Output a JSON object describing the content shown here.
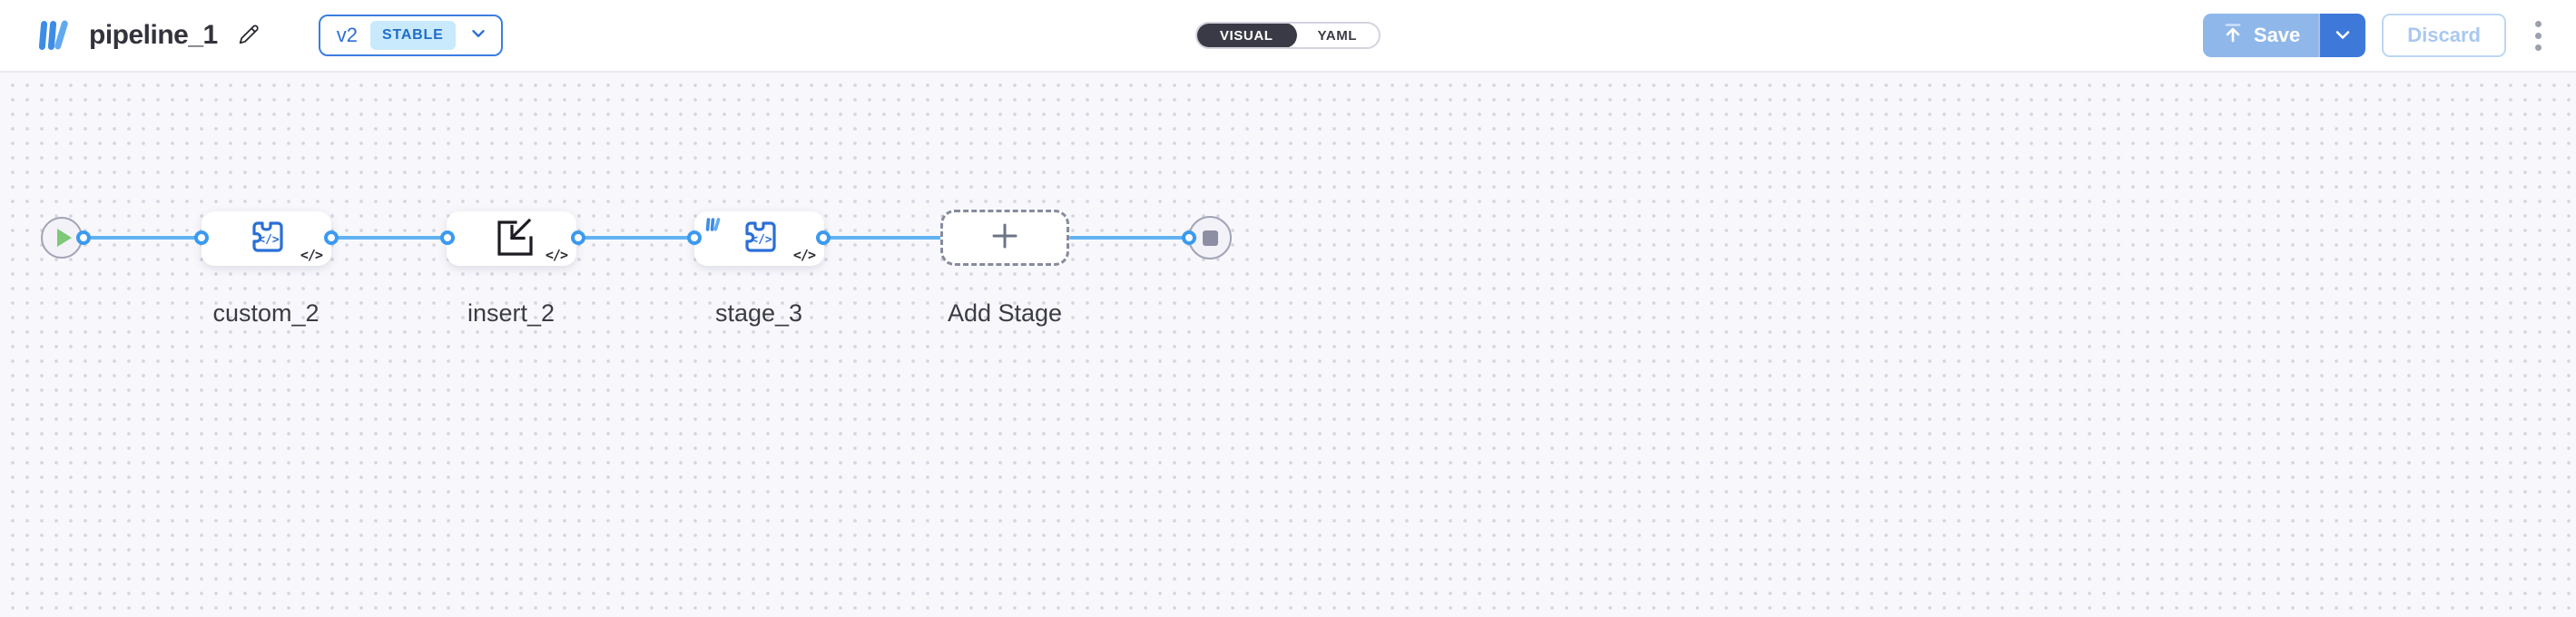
{
  "header": {
    "title": "pipeline_1",
    "version": {
      "label": "v2",
      "status": "STABLE"
    },
    "view_toggle": {
      "visual": "VISUAL",
      "yaml": "YAML",
      "selected": "VISUAL"
    },
    "actions": {
      "save": "Save",
      "discard": "Discard"
    }
  },
  "canvas": {
    "code_glyph": "</>",
    "nodes": {
      "custom": {
        "label": "custom_2",
        "icon": "puzzle-code-icon"
      },
      "insert": {
        "label": "insert_2",
        "icon": "box-arrow-in-icon"
      },
      "stage": {
        "label": "stage_3",
        "icon": "puzzle-code-icon",
        "corner_mark": "library-bars-icon"
      },
      "add": {
        "label": "Add Stage",
        "icon": "plus-icon"
      },
      "start": {
        "icon": "play-icon"
      },
      "end": {
        "icon": "stop-icon"
      }
    }
  },
  "icons": {
    "logo": "library-bars-icon",
    "edit": "pencil-icon",
    "version_caret": "chevron-down-icon",
    "save": "upload-arrow-icon",
    "save_caret": "chevron-down-icon",
    "menu": "kebab-dots-icon"
  },
  "colors": {
    "edge": "#60b2f1",
    "port_ring": "#3b9af0",
    "node_icon_blue": "#2b6fd6",
    "save_enabled_blue": "#3e79da",
    "save_disabled_blue": "#8fb7ea",
    "stable_badge_bg": "#c9e9fc",
    "stable_badge_text": "#1f6dc9",
    "play_green": "#7ec877",
    "toggle_dark": "#3a3a46",
    "canvas_bg": "#f8f8fc"
  }
}
